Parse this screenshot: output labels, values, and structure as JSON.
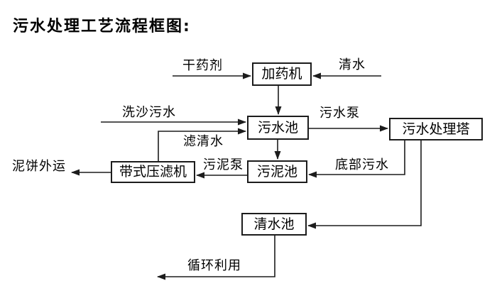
{
  "title": "污水处理工艺流程框图:",
  "colors": {
    "background": "#ffffff",
    "line": "#1c1c1c",
    "box_border": "#1c1c1c",
    "box_fill": "#ffffff",
    "text": "#000000"
  },
  "nodes": {
    "dosing_machine": {
      "label": "加药机"
    },
    "sewage_pool": {
      "label": "污水池"
    },
    "treatment_tower": {
      "label": "污水处理塔"
    },
    "sludge_pool": {
      "label": "污泥池"
    },
    "belt_filter_press": {
      "label": "带式压滤机"
    },
    "clean_water_pool": {
      "label": "清水池"
    }
  },
  "edge_labels": {
    "dry_agent": "干药剂",
    "clean_water_in": "清水",
    "sand_wash_sewage": "洗沙污水",
    "sewage_pump": "污水泵",
    "filtered_clear_water": "滤清水",
    "sludge_pump": "污泥泵",
    "bottom_sewage": "底部污水",
    "mud_cake_transport": "泥饼外运",
    "recycling": "循环利用"
  }
}
